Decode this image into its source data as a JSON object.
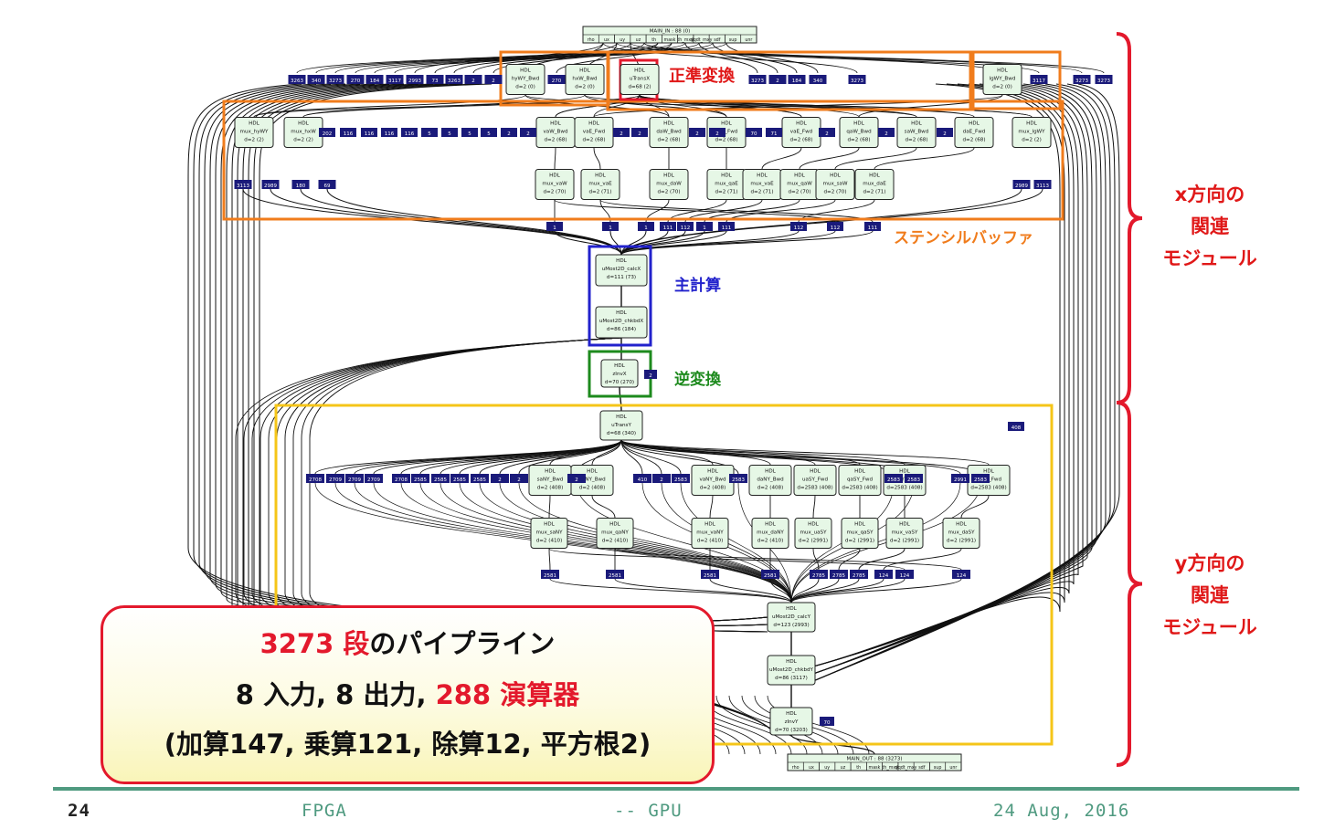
{
  "graph": {
    "source_node": "MAIN_IN : 88 (0)",
    "sink_node": "MAIN_OUT : 88 (3273)",
    "input_ports": [
      "rho",
      "ux",
      "uy",
      "uz",
      "th",
      "mask",
      "th_mxy",
      "dqdt_mxy",
      "sdf",
      "sup",
      "unr"
    ],
    "output_ports": [
      "rho",
      "ux",
      "uy",
      "uz",
      "th",
      "mask",
      "th_mxy",
      "dqdt_mxy",
      "sdf",
      "sup",
      "unr"
    ],
    "node_prefix": "HDL",
    "nodes_x": [
      {
        "name": "hyWY_Bwd",
        "info": "d=2 (0)"
      },
      {
        "name": "hxW_Bwd",
        "info": "d=2 (0)"
      },
      {
        "name": "uTransX",
        "info": "d=68 (2)"
      },
      {
        "name": "lgWY_Bwd",
        "info": "d=2 (0)"
      },
      {
        "name": "mux_hyWY",
        "info": "d=2 (2)"
      },
      {
        "name": "mux_hxW",
        "info": "d=2 (2)"
      },
      {
        "name": "vaW_Bwd",
        "info": "d=2 (68)"
      },
      {
        "name": "vaE_Fwd",
        "info": "d=2 (68)"
      },
      {
        "name": "daW_Bwd",
        "info": "d=2 (68)"
      },
      {
        "name": "qaE_Fwd",
        "info": "d=2 (68)"
      },
      {
        "name": "vaE_Fwd",
        "info": "d=2 (68)"
      },
      {
        "name": "qaW_Bwd",
        "info": "d=2 (68)"
      },
      {
        "name": "saW_Bwd",
        "info": "d=2 (68)"
      },
      {
        "name": "daE_Fwd",
        "info": "d=2 (68)"
      },
      {
        "name": "mux_lgWY",
        "info": "d=2 (2)"
      },
      {
        "name": "mux_vaW",
        "info": "d=2 (70)"
      },
      {
        "name": "mux_vaE",
        "info": "d=2 (71)"
      },
      {
        "name": "mux_daW",
        "info": "d=2 (70)"
      },
      {
        "name": "mux_qaE",
        "info": "d=2 (71)"
      },
      {
        "name": "mux_vaE",
        "info": "d=2 (71)"
      },
      {
        "name": "mux_qaW",
        "info": "d=2 (70)"
      },
      {
        "name": "mux_saW",
        "info": "d=2 (70)"
      },
      {
        "name": "mux_daE",
        "info": "d=2 (71)"
      }
    ],
    "main_nodes": [
      {
        "name": "uMost2D_calcX",
        "info": "d=111 (73)"
      },
      {
        "name": "uMost2D_chkbdX",
        "info": "d=86 (184)"
      }
    ],
    "inverse_node": {
      "name": "zInvX",
      "info": "d=70 (270)"
    },
    "utrans_y": {
      "name": "uTransY",
      "info": "d=68 (340)"
    },
    "nodes_y": [
      {
        "name": "saNY_Bwd",
        "info": "d=2 (408)"
      },
      {
        "name": "qaNY_Bwd",
        "info": "d=2 (408)"
      },
      {
        "name": "vaNY_Bwd",
        "info": "d=2 (408)"
      },
      {
        "name": "daNY_Bwd",
        "info": "d=2 (408)"
      },
      {
        "name": "uaSY_Fwd",
        "info": "d=2583 (408)"
      },
      {
        "name": "qaSY_Fwd",
        "info": "d=2583 (408)"
      },
      {
        "name": "vaSY_Fwd",
        "info": "d=2583 (408)"
      },
      {
        "name": "daSY_Fwd",
        "info": "d=2583 (408)"
      },
      {
        "name": "mux_saNY",
        "info": "d=2 (410)"
      },
      {
        "name": "mux_qaNY",
        "info": "d=2 (410)"
      },
      {
        "name": "mux_vaNY",
        "info": "d=2 (410)"
      },
      {
        "name": "mux_daNY",
        "info": "d=2 (410)"
      },
      {
        "name": "mux_uaSY",
        "info": "d=2 (2991)"
      },
      {
        "name": "mux_qaSY",
        "info": "d=2 (2991)"
      },
      {
        "name": "mux_vaSY",
        "info": "d=2 (2991)"
      },
      {
        "name": "mux_daSY",
        "info": "d=2 (2991)"
      }
    ],
    "main_nodes_y": [
      {
        "name": "uMost2D_calcY",
        "info": "d=123 (2993)"
      },
      {
        "name": "uMost2D_chkbdY",
        "info": "d=86 (3117)"
      },
      {
        "name": "zInvY",
        "info": "d=70 (3203)"
      }
    ],
    "delay_row_1": [
      "3263",
      "340",
      "3273",
      "270",
      "184",
      "3117",
      "2993",
      "73",
      "3263",
      "2",
      "2",
      "270",
      "3273",
      "2",
      "184",
      "340",
      "3273",
      "3117",
      "3273",
      "3273"
    ],
    "delay_row_2": [
      "202",
      "116",
      "116",
      "116",
      "116",
      "5",
      "5",
      "5",
      "5",
      "2",
      "2",
      "2",
      "2",
      "2",
      "2",
      "70",
      "71",
      "2",
      "2",
      "2"
    ],
    "delay_row_3": [
      "3113",
      "2989",
      "180",
      "69",
      "2989",
      "3113"
    ],
    "delay_row_4": [
      "1",
      "1",
      "1",
      "111",
      "112",
      "1",
      "111",
      "112",
      "112",
      "111"
    ],
    "delay_row_y1": [
      "2708",
      "2709",
      "2709",
      "2709",
      "2708",
      "2585",
      "2585",
      "2585",
      "2585",
      "2",
      "2",
      "2",
      "410",
      "2",
      "2583",
      "2583",
      "2583",
      "2583",
      "2991",
      "2583"
    ],
    "delay_row_y2": [
      "2581",
      "2581",
      "2581",
      "2581",
      "2785",
      "2785",
      "2785",
      "124",
      "124",
      "124"
    ],
    "delay_single": [
      "2",
      "408",
      "70"
    ]
  },
  "annotations": {
    "forward_transform": "正準変換",
    "stencil_buffer": "ステンシルバッファ",
    "main_calc": "主計算",
    "inverse_transform": "逆変換"
  },
  "side_labels": {
    "x": [
      "x方向の",
      "関連",
      "モジュール"
    ],
    "y": [
      "y方向の",
      "関連",
      "モジュール"
    ]
  },
  "summary": {
    "line1_num": "3273",
    "line1_unit": " 段",
    "line1_rest": "のパイプライン",
    "line2_a": "8 入力, 8 出力, ",
    "line2_num": "288",
    "line2_unit": " 演算器",
    "line3": "(加算147, 乗算121, 除算12, 平方根2)"
  },
  "footer": {
    "page": "24",
    "left": "FPGA",
    "mid": "-- GPU",
    "date": "24 Aug, 2016"
  },
  "colors": {
    "red": "#e3192c",
    "orange": "#f07c1c",
    "blue": "#2222cc",
    "green": "#1d8a1d",
    "yellow": "#f5c518",
    "node_fill": "#e6f7e6",
    "delay_fill": "#1a1a7a",
    "footer": "#4f9a80"
  }
}
